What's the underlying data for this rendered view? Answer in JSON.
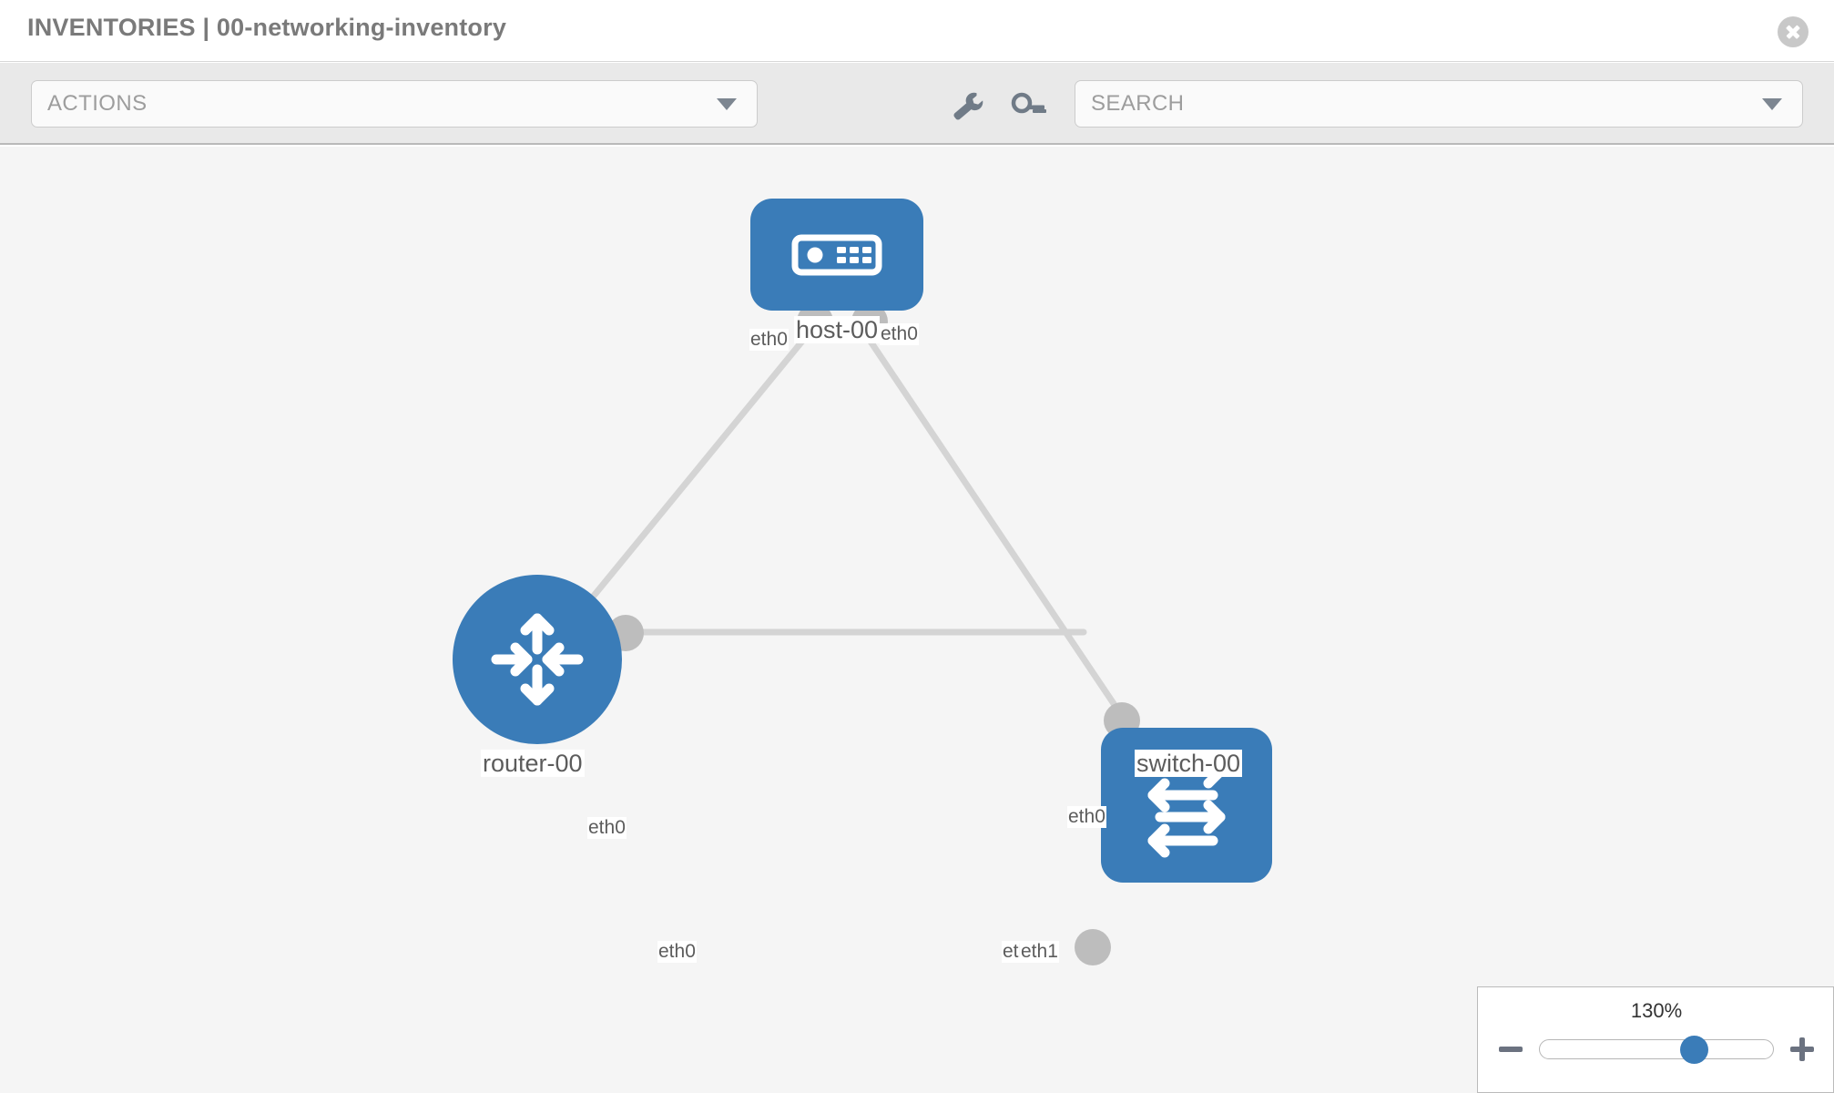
{
  "header": {
    "title": "INVENTORIES | 00-networking-inventory",
    "close_label": "close-icon"
  },
  "toolbar": {
    "actions": {
      "label": "ACTIONS",
      "caret": "chevron-down-icon"
    },
    "wrench_icon": "wrench-icon",
    "key_icon": "key-icon",
    "search": {
      "placeholder": "SEARCH",
      "value": "SEARCH",
      "caret": "chevron-down-icon"
    }
  },
  "topology": {
    "nodes": [
      {
        "id": "host-00",
        "label": "host-00",
        "type": "host",
        "icon": "server-icon",
        "shape": "rect",
        "color": "#3a7cb8"
      },
      {
        "id": "router-00",
        "label": "router-00",
        "type": "router",
        "icon": "router-arrows-icon",
        "shape": "circle",
        "color": "#3a7cb8"
      },
      {
        "id": "switch-00",
        "label": "switch-00",
        "type": "switch",
        "icon": "switch-arrows-icon",
        "shape": "rect",
        "color": "#3a7cb8"
      }
    ],
    "links": [
      {
        "from": "host-00",
        "to": "router-00",
        "from_iface": "eth0",
        "to_iface": "eth0"
      },
      {
        "from": "host-00",
        "to": "switch-00",
        "from_iface": "eth0",
        "to_iface": "eth0"
      },
      {
        "from": "router-00",
        "to": "switch-00",
        "from_iface": "eth0",
        "to_iface": "eth1"
      }
    ],
    "edge_labels": {
      "host_left": "eth0",
      "host_right": "eth0",
      "router_upper": "eth0",
      "switch_upper": "eth0",
      "router_right": "eth0",
      "switch_left_overlap": "eth",
      "switch_left": "eth1"
    }
  },
  "zoom_control": {
    "value_label": "130%",
    "minus_label": "minus-icon",
    "plus_label": "plus-icon",
    "percent": 130
  }
}
